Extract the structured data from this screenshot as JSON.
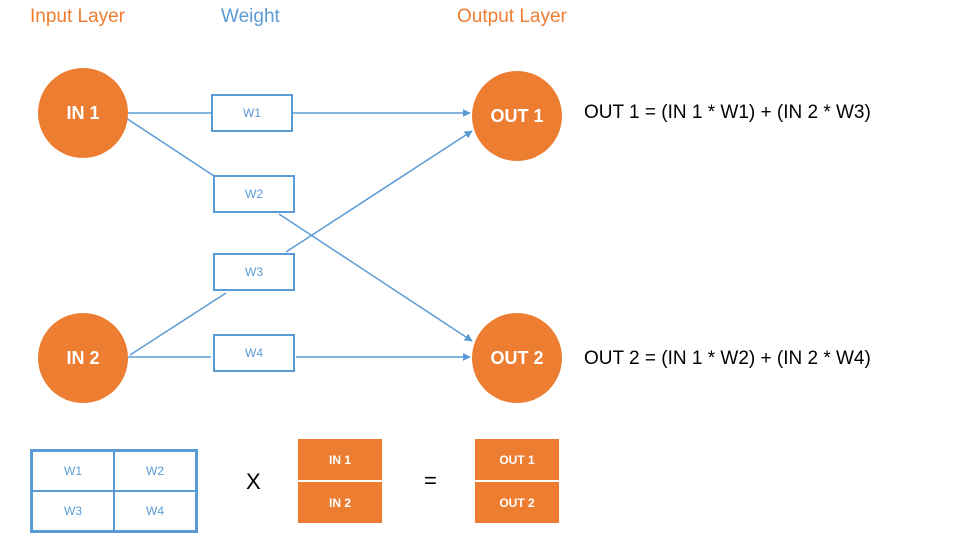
{
  "headers": {
    "input_layer": "Input Layer",
    "weight": "Weight",
    "output_layer": "Output Layer"
  },
  "nodes": {
    "in1": "IN 1",
    "in2": "IN 2",
    "out1": "OUT 1",
    "out2": "OUT 2"
  },
  "weights": {
    "w1": "W1",
    "w2": "W2",
    "w3": "W3",
    "w4": "W4"
  },
  "formulas": {
    "out1": "OUT 1 = (IN 1 * W1) + (IN 2 * W3)",
    "out2": "OUT 2 = (IN 1 * W2) + (IN 2 * W4)"
  },
  "matrix": {
    "cells": [
      "W1",
      "W2",
      "W3",
      "W4"
    ],
    "multiply_sign": "X",
    "input_vector": [
      "IN 1",
      "IN 2"
    ],
    "equals_sign": "=",
    "output_vector": [
      "OUT 1",
      "OUT 2"
    ]
  },
  "colors": {
    "node_fill": "#ed7d31",
    "connector": "#5b9bd5",
    "header_orange": "#ed7d31",
    "header_blue": "#5b9bd5"
  }
}
